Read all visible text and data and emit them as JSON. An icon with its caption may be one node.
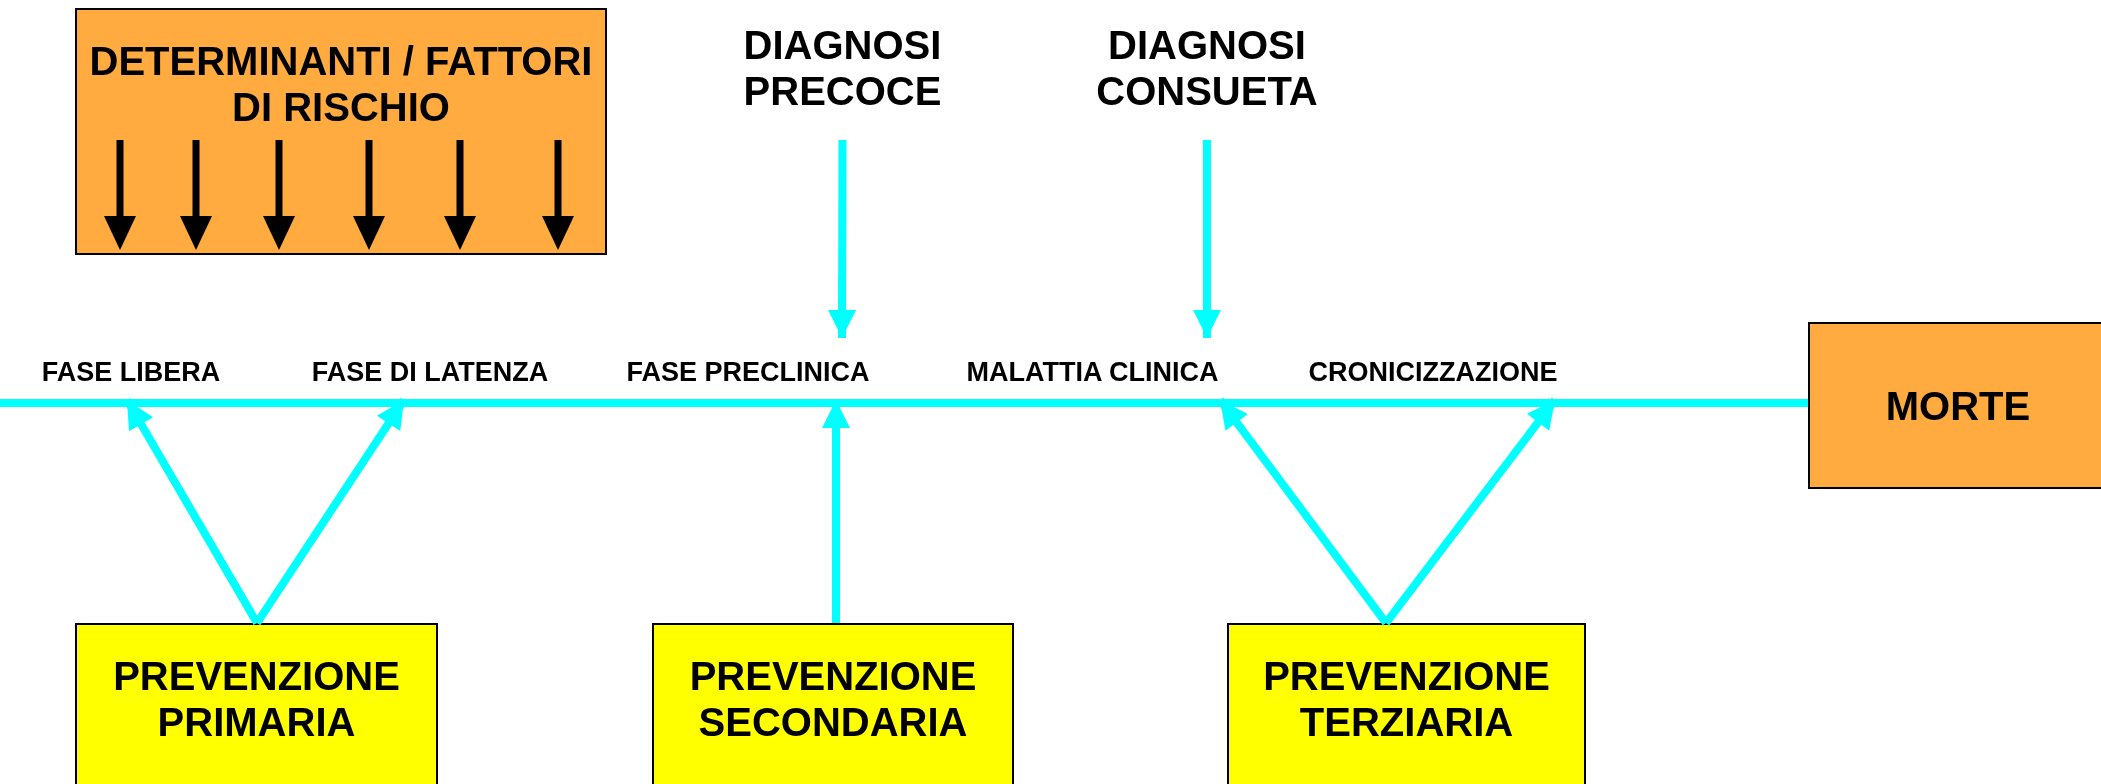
{
  "diagram": {
    "nodes": [
      {
        "text": [
          "DETERMINANTI / FATTORI DI RISCHIO"
        ]
      },
      {
        "text": [
          "DIAGNOSI PRECOCE"
        ]
      },
      {
        "text": [
          "DIAGNOSI CONSUETA"
        ]
      },
      {
        "text": [
          "FASE LIBERA"
        ]
      },
      {
        "text": [
          "FASE DI LATENZA"
        ]
      },
      {
        "text": [
          "FASE PRECLINICA"
        ]
      },
      {
        "text": [
          "MALATTIA CLINICA"
        ]
      },
      {
        "text": [
          "CRONICIZZAZIONE"
        ]
      },
      {
        "text": [
          "MORTE"
        ]
      },
      {
        "text": [
          "PREVENZIONE PRIMARIA"
        ]
      },
      {
        "text": [
          "PREVENZIONE SECONDARIA"
        ]
      },
      {
        "text": [
          "PREVENZIONE TERZIARIA"
        ]
      }
    ],
    "edges": [
      {
        "from": 1,
        "to": 5,
        "arrow": "to"
      },
      {
        "from": 2,
        "to": 6,
        "arrow": "to"
      },
      {
        "from": 9,
        "to": 3,
        "arrow": "to"
      },
      {
        "from": 9,
        "to": 4,
        "arrow": "to"
      },
      {
        "from": 10,
        "to": 5,
        "arrow": "to"
      },
      {
        "from": 11,
        "to": 6,
        "arrow": "to"
      },
      {
        "from": 11,
        "to": 7,
        "arrow": "to"
      }
    ]
  }
}
